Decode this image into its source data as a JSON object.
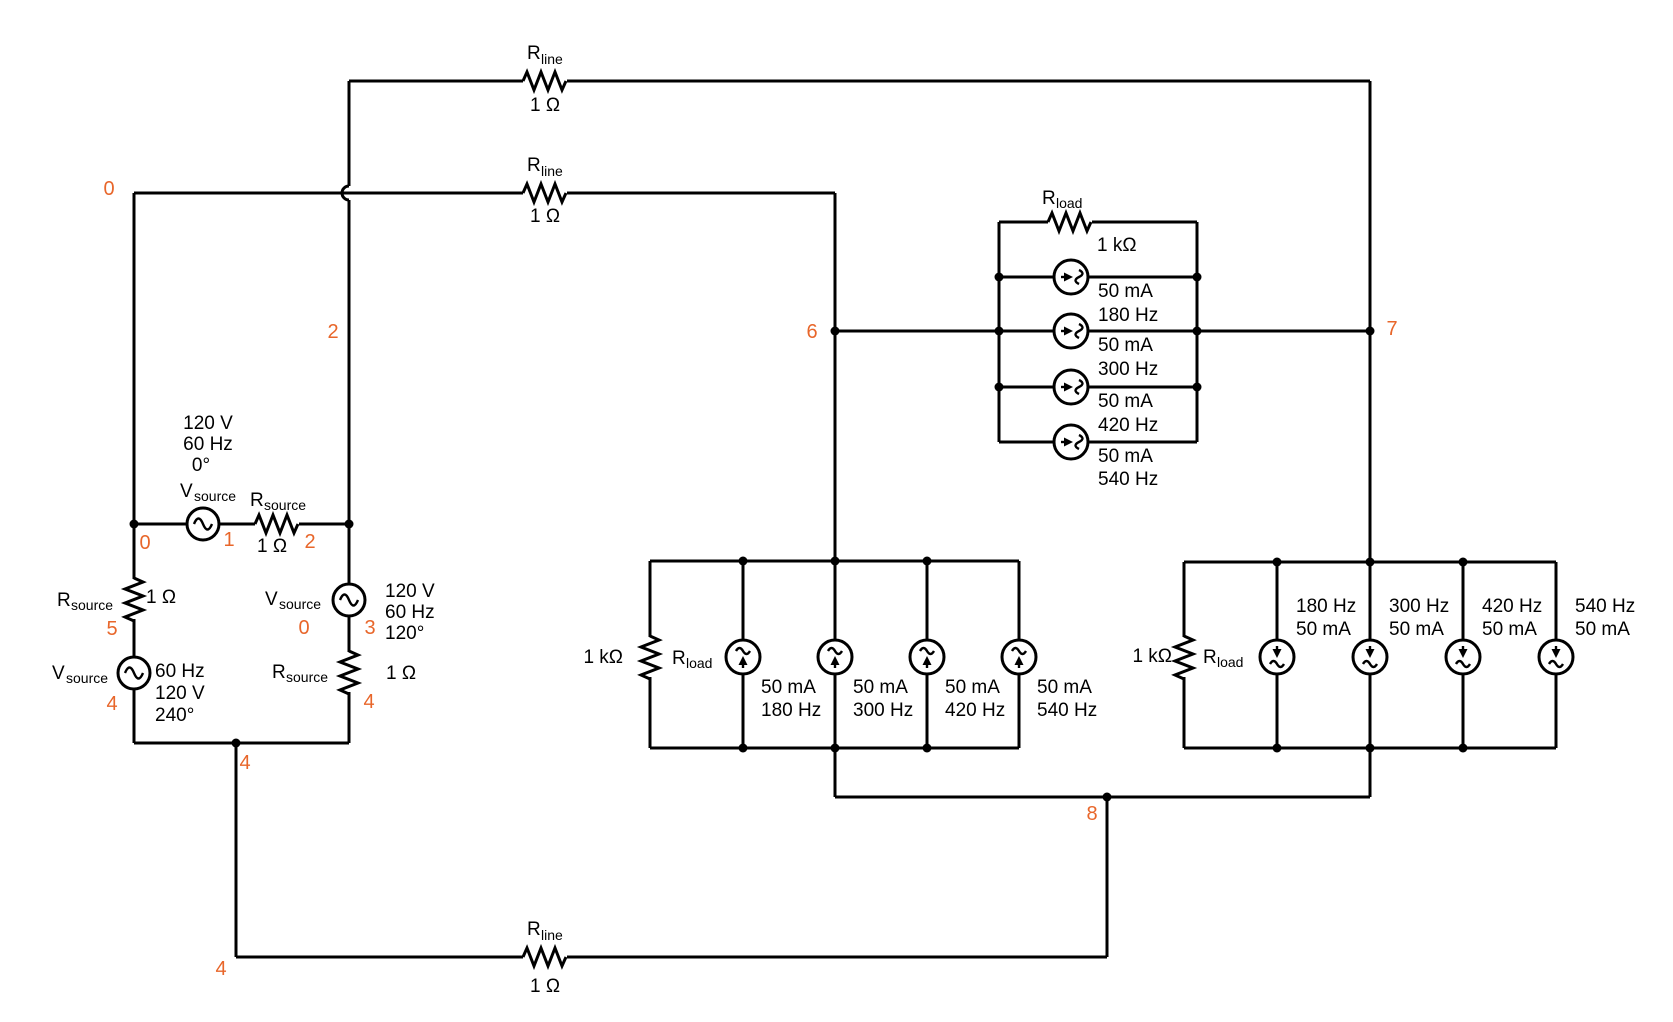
{
  "diagram_type": "circuit-schematic",
  "description": "Three-phase Y-Y power system with line resistances and harmonic current source loads",
  "colors": {
    "wire": "#000000",
    "node_label": "#e8662a",
    "background": "#ffffff"
  },
  "components": {
    "r_line": {
      "label": "R",
      "sub": "line",
      "value": "1 Ω"
    },
    "r_source": {
      "label": "R",
      "sub": "source",
      "value": "1 Ω"
    },
    "v_source": {
      "label": "V",
      "sub": "source"
    },
    "r_load": {
      "label": "R",
      "sub": "load",
      "value": "1 kΩ"
    },
    "harmonic_current": "50 mA"
  },
  "voltage_sources": {
    "phase_a": {
      "l1": "120 V",
      "l2": "60 Hz",
      "l3": "0°"
    },
    "phase_b": {
      "l1": "120 V",
      "l2": "60 Hz",
      "l3": "120°"
    },
    "phase_c": {
      "l1": "60 Hz",
      "l2": "120 V",
      "l3": "240°"
    }
  },
  "harmonics": {
    "h3": "180 Hz",
    "h5": "300 Hz",
    "h7": "420 Hz",
    "h9": "540 Hz"
  },
  "node_labels": {
    "n0": "0",
    "n1": "1",
    "n2": "2",
    "n3": "3",
    "n4": "4",
    "n5": "5",
    "n6": "6",
    "n7": "7",
    "n8": "8"
  }
}
